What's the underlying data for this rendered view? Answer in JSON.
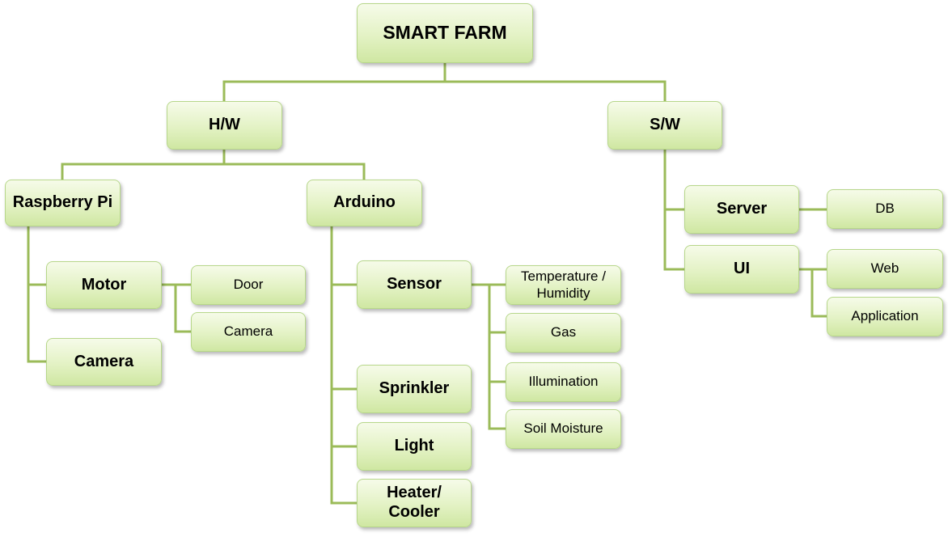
{
  "root": "SMART FARM",
  "hw": "H/W",
  "sw": "S/W",
  "raspberry_pi": "Raspberry Pi",
  "motor": "Motor",
  "door": "Door",
  "motor_camera": "Camera",
  "pi_camera": "Camera",
  "arduino": "Arduino",
  "sensor": "Sensor",
  "temp_humidity": "Temperature / Humidity",
  "gas": "Gas",
  "illumination": "Illumination",
  "soil_moisture": "Soil Moisture",
  "sprinkler": "Sprinkler",
  "light": "Light",
  "heater_cooler": "Heater/ Cooler",
  "server": "Server",
  "db": "DB",
  "ui": "UI",
  "web": "Web",
  "application": "Application",
  "colors": {
    "connector": "#9bbb59",
    "box_top": "#f6fbe9",
    "box_bottom": "#cfe7a2",
    "border": "#b7d78a"
  }
}
